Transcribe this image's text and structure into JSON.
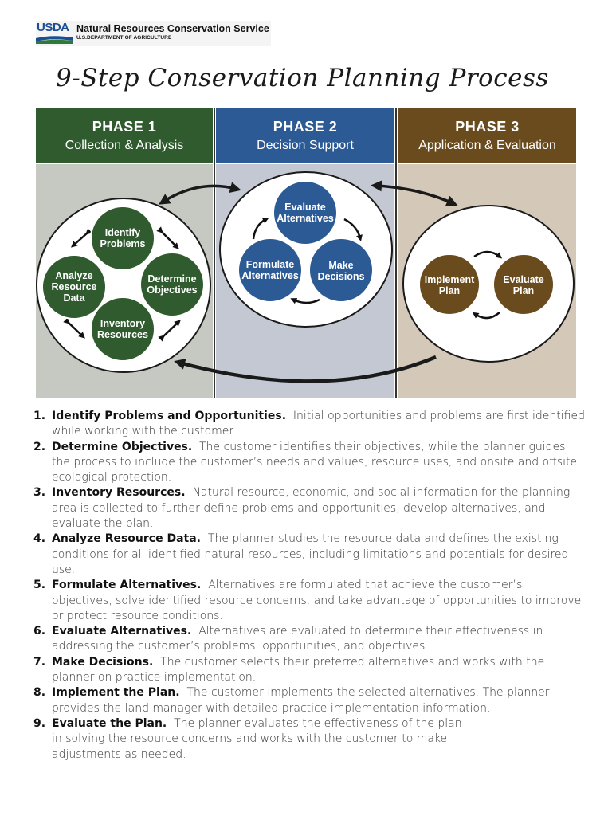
{
  "header": {
    "logo_text": "USDA",
    "agency": "Natural Resources Conservation Service",
    "department": "U.S.DEPARTMENT OF AGRICULTURE"
  },
  "title": "9-Step Conservation Planning Process",
  "colors": {
    "phase1": "#2f5b2e",
    "phase2": "#2c5a95",
    "phase3": "#6a4b1e",
    "panel1": "#c6c9c2",
    "panel2": "#c3c8d3",
    "panel3": "#d4c8b8"
  },
  "phases": [
    {
      "title": "PHASE 1",
      "subtitle": "Collection & Analysis",
      "nodes": [
        {
          "label": "Identify Problems"
        },
        {
          "label": "Determine Objectives"
        },
        {
          "label": "Inventory Resources"
        },
        {
          "label": "Analyze Resource Data"
        }
      ]
    },
    {
      "title": "PHASE 2",
      "subtitle": "Decision Support",
      "nodes": [
        {
          "label": "Evaluate Alternatives"
        },
        {
          "label": "Make Decisions"
        },
        {
          "label": "Formulate Alternatives"
        }
      ]
    },
    {
      "title": "PHASE 3",
      "subtitle": "Application & Evaluation",
      "nodes": [
        {
          "label": "Implement Plan"
        },
        {
          "label": "Evaluate Plan"
        }
      ]
    }
  ],
  "steps": [
    {
      "num": "1.",
      "title": "Identify Problems and Opportunities.",
      "text": "Initial opportunities and problems are first identified while working with the customer."
    },
    {
      "num": "2.",
      "title": "Determine Objectives.",
      "text": "The customer identifies their objectives, while the planner guides the process to include the customer’s needs and values, resource uses, and onsite and offsite ecological protection."
    },
    {
      "num": "3.",
      "title": "Inventory Resources.",
      "text": "Natural resource, economic, and social information for the planning area is collected to further define problems and opportunities, develop alternatives, and evaluate the plan."
    },
    {
      "num": "4.",
      "title": "Analyze Resource Data.",
      "text": "The planner studies the resource data and defines the existing conditions for all identified natural resources, including limitations and potentials for desired use."
    },
    {
      "num": "5.",
      "title": "Formulate Alternatives.",
      "text": "Alternatives are formulated that achieve the customer’s objectives, solve identified resource concerns, and take advantage of opportunities to improve or protect resource conditions."
    },
    {
      "num": "6.",
      "title": "Evaluate Alternatives.",
      "text": "Alternatives are evaluated to determine their effectiveness in addressing the customer’s problems, opportunities, and objectives."
    },
    {
      "num": "7.",
      "title": "Make Decisions.",
      "text": "The customer selects their preferred alternatives and works with the planner on practice implementation."
    },
    {
      "num": "8.",
      "title": "Implement the Plan.",
      "text": "The customer implements the selected alternatives. The planner provides the land manager with detailed practice implementation information."
    },
    {
      "num": "9.",
      "title": "Evaluate the Plan.",
      "text": "The planner evaluates the effectiveness of the plan in solving the resource concerns and works with the customer to make adjustments as needed."
    }
  ]
}
